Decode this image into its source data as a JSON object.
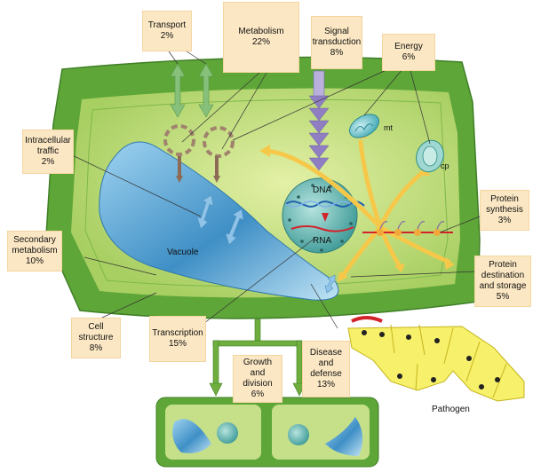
{
  "labels": {
    "transport": "Transport\n2%",
    "metabolism": "Metabolism\n22%",
    "signal": "Signal\ntransduction\n8%",
    "energy": "Energy\n6%",
    "intracellular": "Intracellular\ntraffic\n2%",
    "protein_synthesis": "Protein\nsynthesis\n3%",
    "secondary": "Secondary\nmetabolism\n10%",
    "protein_destination": "Protein\ndestination\nand storage\n5%",
    "cell_structure": "Cell\nstructure\n8%",
    "transcription": "Transcription\n15%",
    "growth": "Growth\nand\ndivision\n6%",
    "disease": "Disease\nand\ndefense\n13%"
  },
  "organelles": {
    "dna": "DNA",
    "rna": "RNA",
    "vacuole": "Vacuole",
    "mt": "mt",
    "cp": "cp",
    "pathogen": "Pathogen"
  },
  "colors": {
    "cell_wall": "#6fae3e",
    "cytoplasm": "#c6e08a",
    "vacuole": "#5aa9d6",
    "nucleus": "#6bbcb8",
    "label_box": "#fbe7c3",
    "pathogen": "#f7f06a",
    "arrow_energy": "#f6c84a",
    "arrow_signal": "#8f7fc2",
    "arrow_transport": "#86c07a"
  }
}
